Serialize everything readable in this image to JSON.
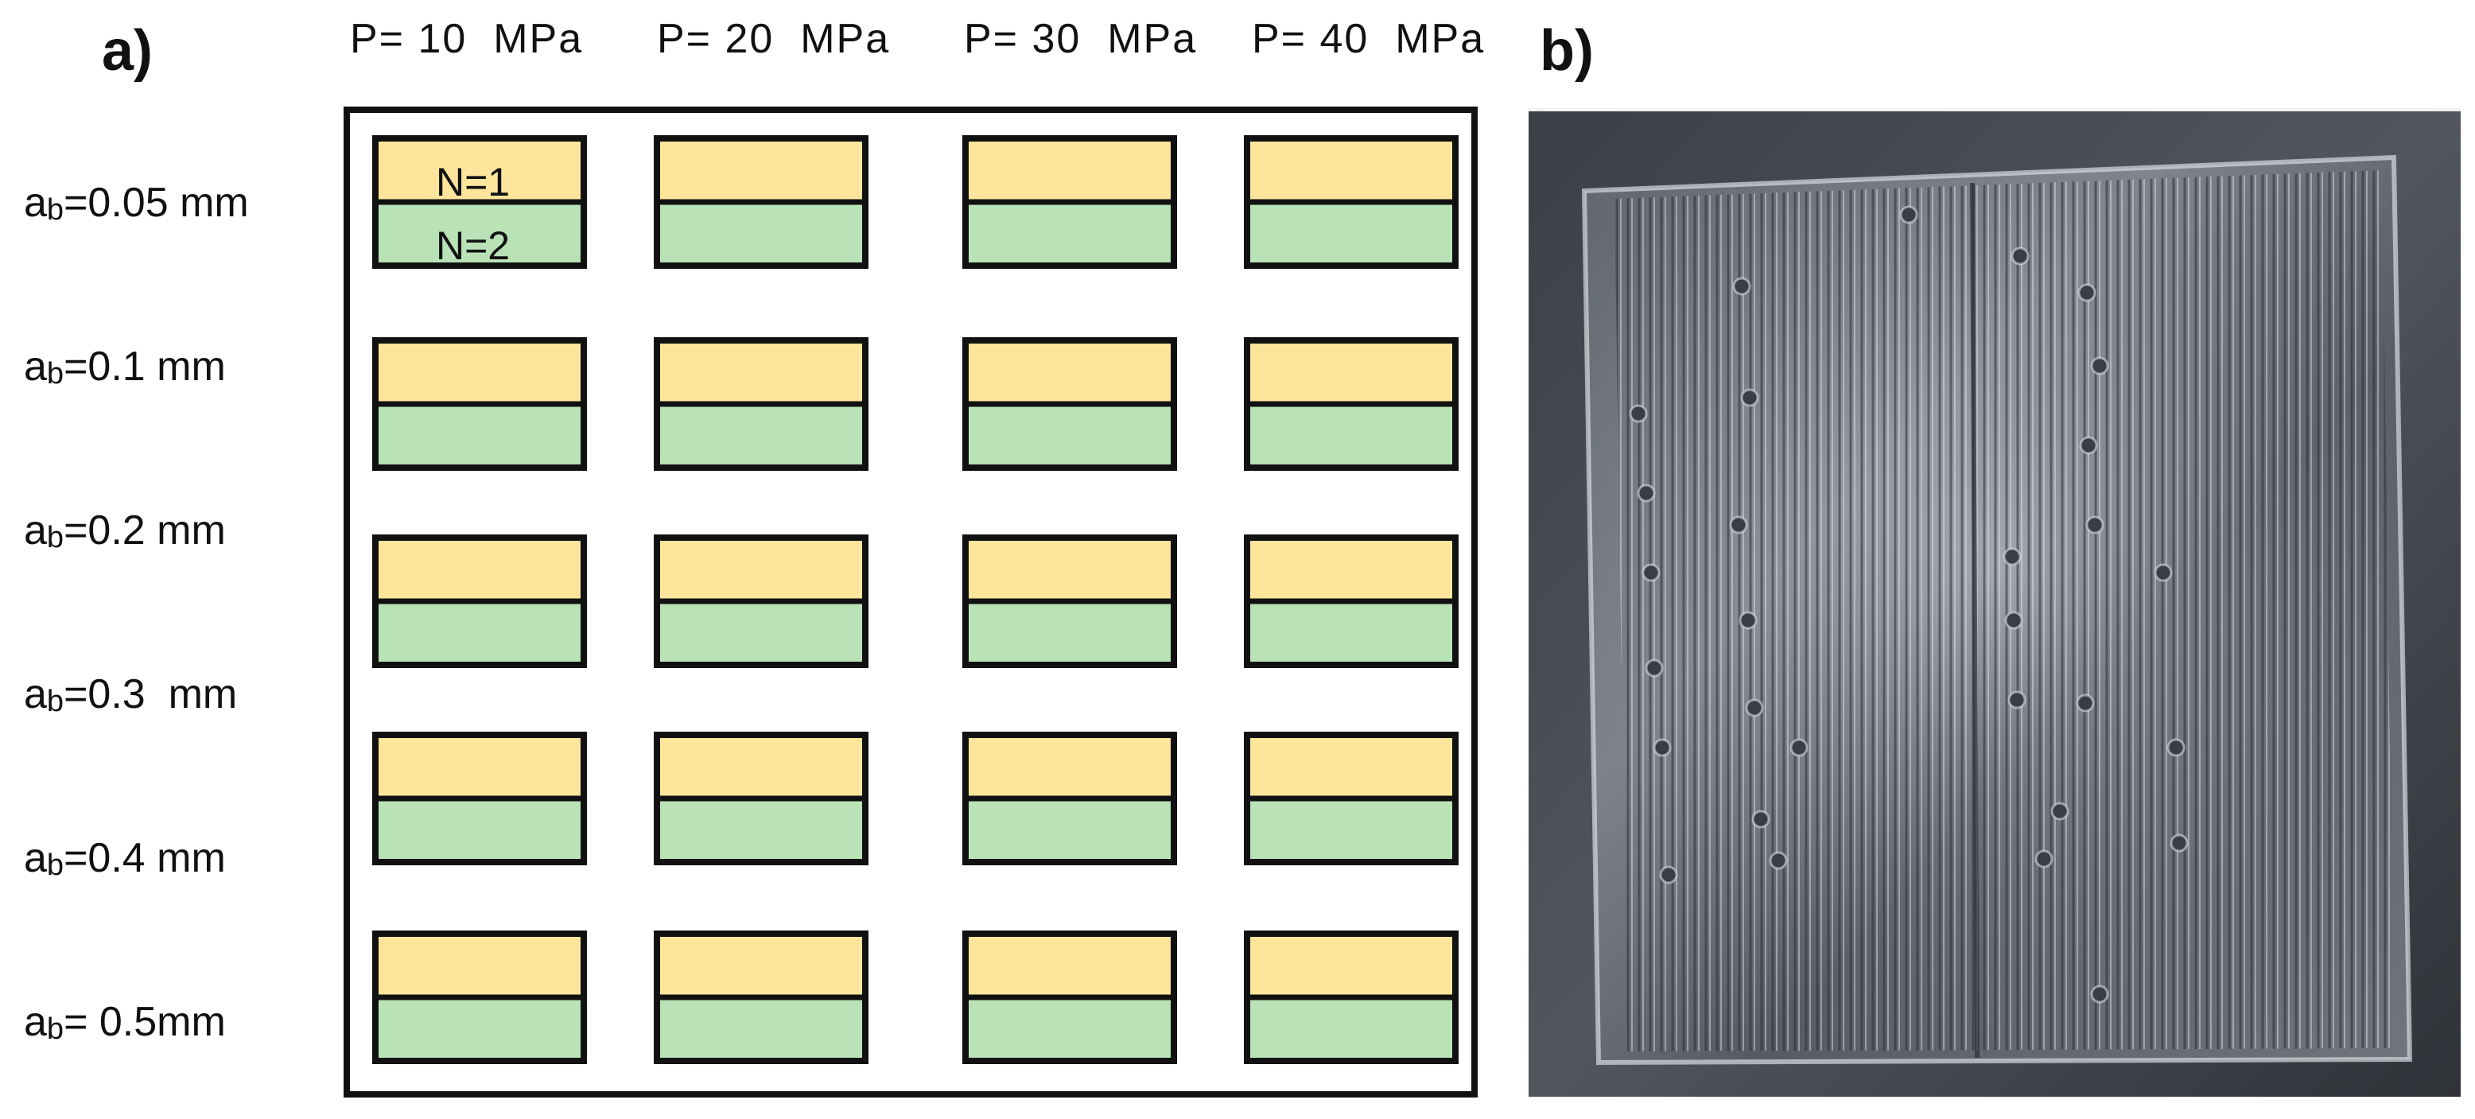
{
  "panel_a": {
    "label": "a)",
    "pressure_columns": [
      "P= 10  MPa",
      "P= 20  MPa",
      "P= 30  MPa",
      "P= 40  MPa"
    ],
    "gap_rows": [
      {
        "prefix": "a",
        "sub": "b",
        "value": "=0.05 mm"
      },
      {
        "prefix": "a",
        "sub": "b",
        "value": "=0.1 mm"
      },
      {
        "prefix": "a",
        "sub": "b",
        "value": "=0.2 mm"
      },
      {
        "prefix": "a",
        "sub": "b",
        "value": "=0.3  mm"
      },
      {
        "prefix": "a",
        "sub": "b",
        "value": "=0.4 mm"
      },
      {
        "prefix": "a",
        "sub": "b",
        "value": "= 0.5mm"
      }
    ],
    "pass_labels": {
      "top": "N=1",
      "bottom": "N=2"
    },
    "colors": {
      "pass1_fill": "#fde59b",
      "pass2_fill": "#b9e2b7",
      "stroke": "#111111"
    }
  },
  "panel_b": {
    "label": "b)"
  }
}
